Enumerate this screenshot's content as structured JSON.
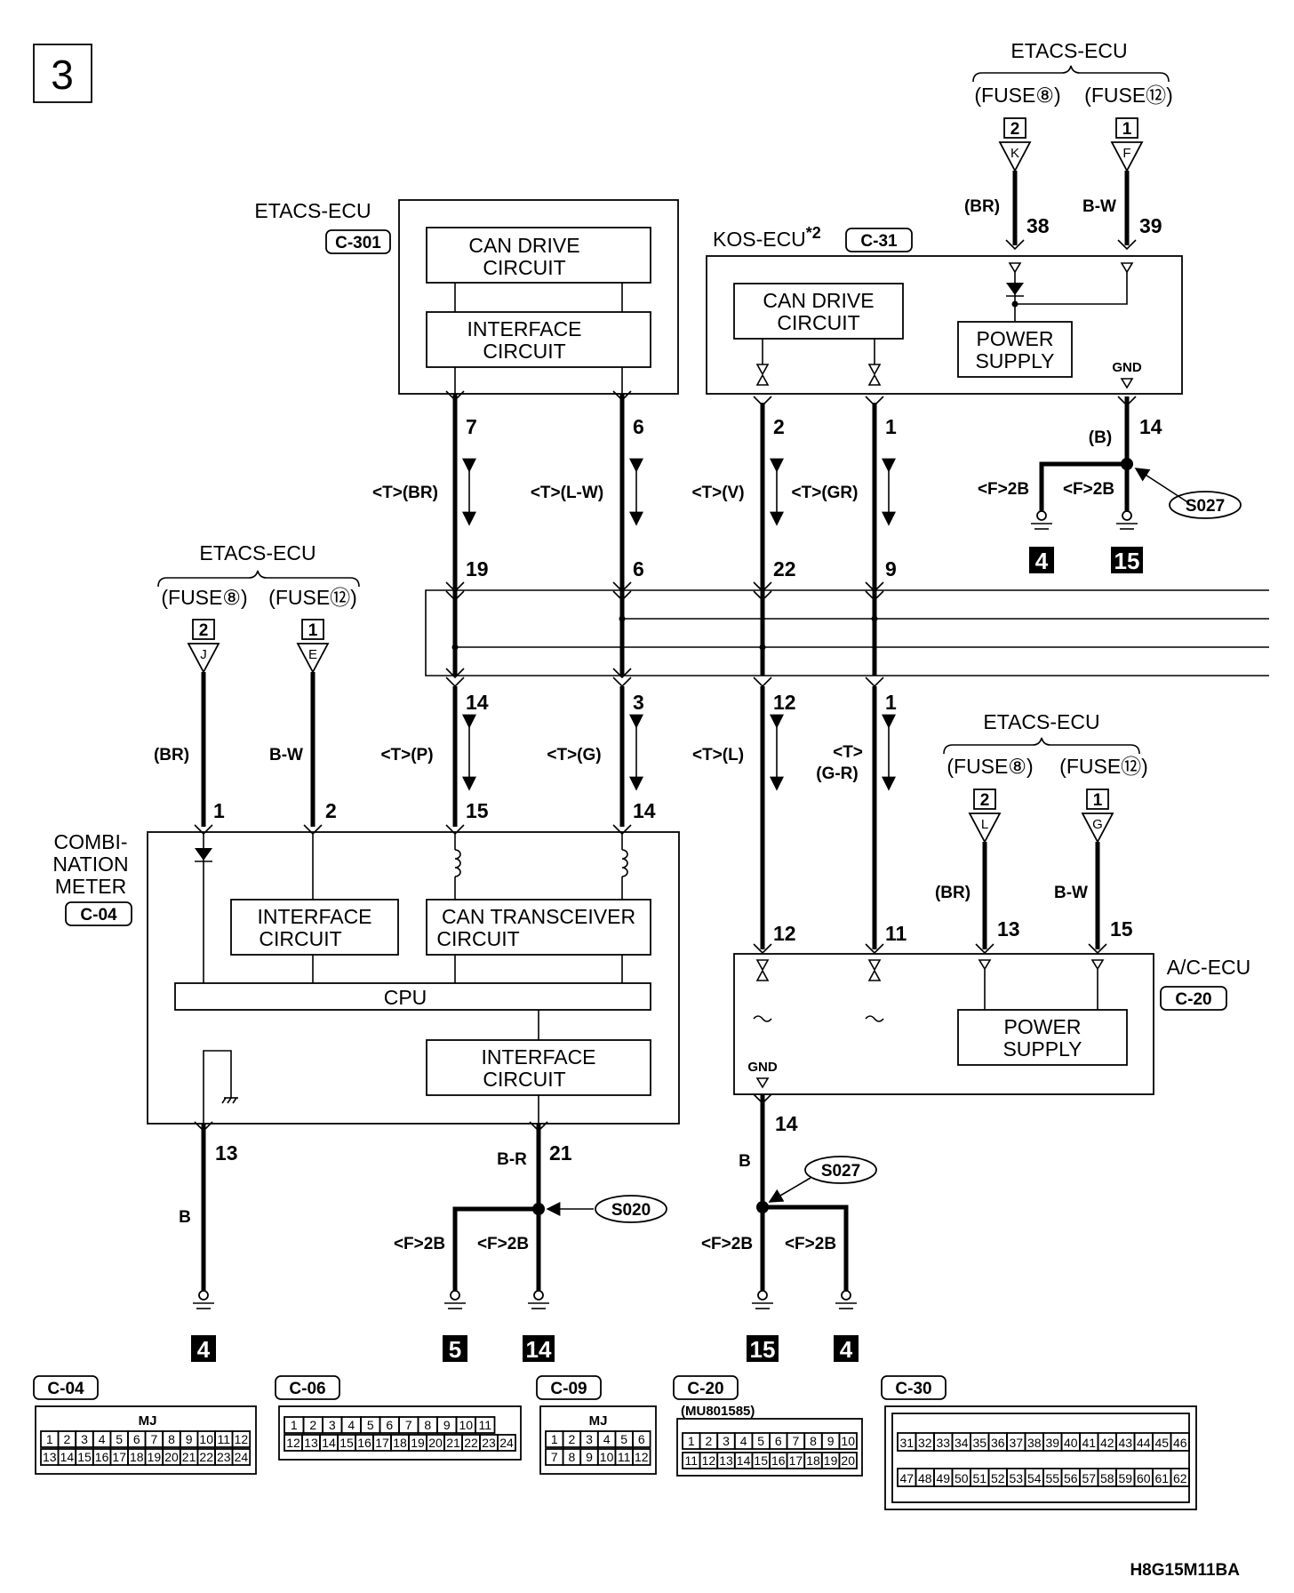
{
  "page_number": "3",
  "diagram_code": "H8G15M11BA",
  "top_etacs": {
    "title": "ETACS-ECU",
    "fuse_a": "(FUSE⑧)",
    "fuse_b": "(FUSE⑫)",
    "conn_a": "2",
    "term_a": "K",
    "conn_b": "1",
    "term_b": "F"
  },
  "mid_etacs": {
    "title": "ETACS-ECU",
    "fuse_a": "(FUSE⑧)",
    "fuse_b": "(FUSE⑫)",
    "conn_a": "2",
    "term_a": "J",
    "conn_b": "1",
    "term_b": "E"
  },
  "right_etacs": {
    "title": "ETACS-ECU",
    "fuse_a": "(FUSE⑧)",
    "fuse_b": "(FUSE⑫)",
    "conn_a": "2",
    "term_a": "L",
    "conn_b": "1",
    "term_b": "G"
  },
  "etacs_ecu": {
    "title": "ETACS-ECU",
    "connector": "C-301",
    "block1_l1": "CAN DRIVE",
    "block1_l2": "CIRCUIT",
    "block2_l1": "INTERFACE",
    "block2_l2": "CIRCUIT"
  },
  "kos_ecu": {
    "title": "KOS-ECU",
    "note": "*2",
    "connector": "C-31",
    "can_l1": "CAN DRIVE",
    "can_l2": "CIRCUIT",
    "ps_l1": "POWER",
    "ps_l2": "SUPPLY",
    "gnd": "GND"
  },
  "combination_meter": {
    "title_l1": "COMBI-",
    "title_l2": "NATION",
    "title_l3": "METER",
    "connector": "C-04",
    "if1_l1": "INTERFACE",
    "if1_l2": "CIRCUIT",
    "can_l1": "CAN TRANSCEIVER",
    "can_l2": "CIRCUIT",
    "cpu": "CPU",
    "if2_l1": "INTERFACE",
    "if2_l2": "CIRCUIT"
  },
  "ac_ecu": {
    "title": "A/C-ECU",
    "connector": "C-20",
    "ps_l1": "POWER",
    "ps_l2": "SUPPLY",
    "gnd": "GND"
  },
  "wires": {
    "w7": "<T>(BR)",
    "w6": "<T>(L-W)",
    "w2": "<T>(V)",
    "w1": "<T>(GR)",
    "w14": "<T>(P)",
    "w3": "<T>(G)",
    "w12": "<T>(L)",
    "w1b_l1": "<T>",
    "w1b_l2": "(G-R)",
    "br": "(BR)",
    "bw": "B-W",
    "b_paren": "(B)",
    "b": "B",
    "br_dash": "B-R",
    "f2b": "<F>2B"
  },
  "pins": {
    "p38": "38",
    "p39": "39",
    "p7": "7",
    "p6": "6",
    "p2": "2",
    "p1": "1",
    "p14": "14",
    "p19": "19",
    "p6b": "6",
    "p22": "22",
    "p9": "9",
    "p14b": "14",
    "p3": "3",
    "p12": "12",
    "p1b": "1",
    "m1": "1",
    "m2": "2",
    "m15": "15",
    "m14": "14",
    "a12": "12",
    "a11": "11",
    "a13": "13",
    "a15": "15",
    "m13": "13",
    "m21": "21",
    "a14": "14"
  },
  "splices": {
    "s027_top": "S027",
    "s020": "S020",
    "s027_bot": "S027"
  },
  "grounds": {
    "g4_top": "4",
    "g15_top": "15",
    "g4_left": "4",
    "g5": "5",
    "g14": "14",
    "g15_bot": "15",
    "g4_bot": "4"
  },
  "connectors": {
    "c04": {
      "label": "C-04",
      "tag": "MJ",
      "row1": [
        "1",
        "2",
        "3",
        "4",
        "5",
        "6",
        "7",
        "8",
        "9",
        "10",
        "11",
        "12"
      ],
      "row2": [
        "13",
        "14",
        "15",
        "16",
        "17",
        "18",
        "19",
        "20",
        "21",
        "22",
        "23",
        "24"
      ]
    },
    "c06": {
      "label": "C-06",
      "row1": [
        "1",
        "2",
        "3",
        "4",
        "5",
        "6",
        "7",
        "8",
        "9",
        "10",
        "11"
      ],
      "row2": [
        "12",
        "13",
        "14",
        "15",
        "16",
        "17",
        "18",
        "19",
        "20",
        "21",
        "22",
        "23",
        "24"
      ]
    },
    "c09": {
      "label": "C-09",
      "tag": "MJ",
      "row1": [
        "1",
        "2",
        "3",
        "4",
        "5",
        "6"
      ],
      "row2": [
        "7",
        "8",
        "9",
        "10",
        "11",
        "12"
      ]
    },
    "c20": {
      "label": "C-20",
      "part": "(MU801585)",
      "row1": [
        "1",
        "2",
        "3",
        "4",
        "5",
        "6",
        "7",
        "8",
        "9",
        "10"
      ],
      "row2": [
        "11",
        "12",
        "13",
        "14",
        "15",
        "16",
        "17",
        "18",
        "19",
        "20"
      ]
    },
    "c30": {
      "label": "C-30",
      "row1": [
        "31",
        "32",
        "33",
        "34",
        "35",
        "36",
        "37",
        "38",
        "39",
        "40",
        "41",
        "42",
        "43",
        "44",
        "45",
        "46"
      ],
      "row2": [
        "47",
        "48",
        "49",
        "50",
        "51",
        "52",
        "53",
        "54",
        "55",
        "56",
        "57",
        "58",
        "59",
        "60",
        "61",
        "62"
      ]
    }
  }
}
